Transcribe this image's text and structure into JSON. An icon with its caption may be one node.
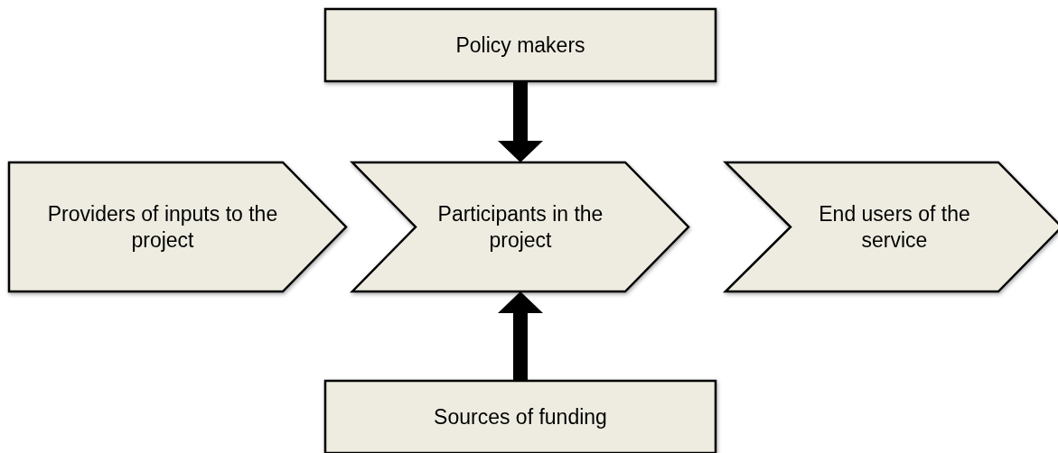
{
  "diagram": {
    "nodes": [
      {
        "text": [
          "Policy makers"
        ]
      },
      {
        "text": [
          "Providers of inputs to the project"
        ]
      },
      {
        "text": [
          "Participants in the project"
        ]
      },
      {
        "text": [
          "End users of the service"
        ]
      },
      {
        "text": [
          "Sources of funding"
        ]
      }
    ],
    "edges": [
      {
        "from": 0,
        "to": 2,
        "arrow": "to"
      },
      {
        "from": 4,
        "to": 2,
        "arrow": "to"
      }
    ]
  }
}
